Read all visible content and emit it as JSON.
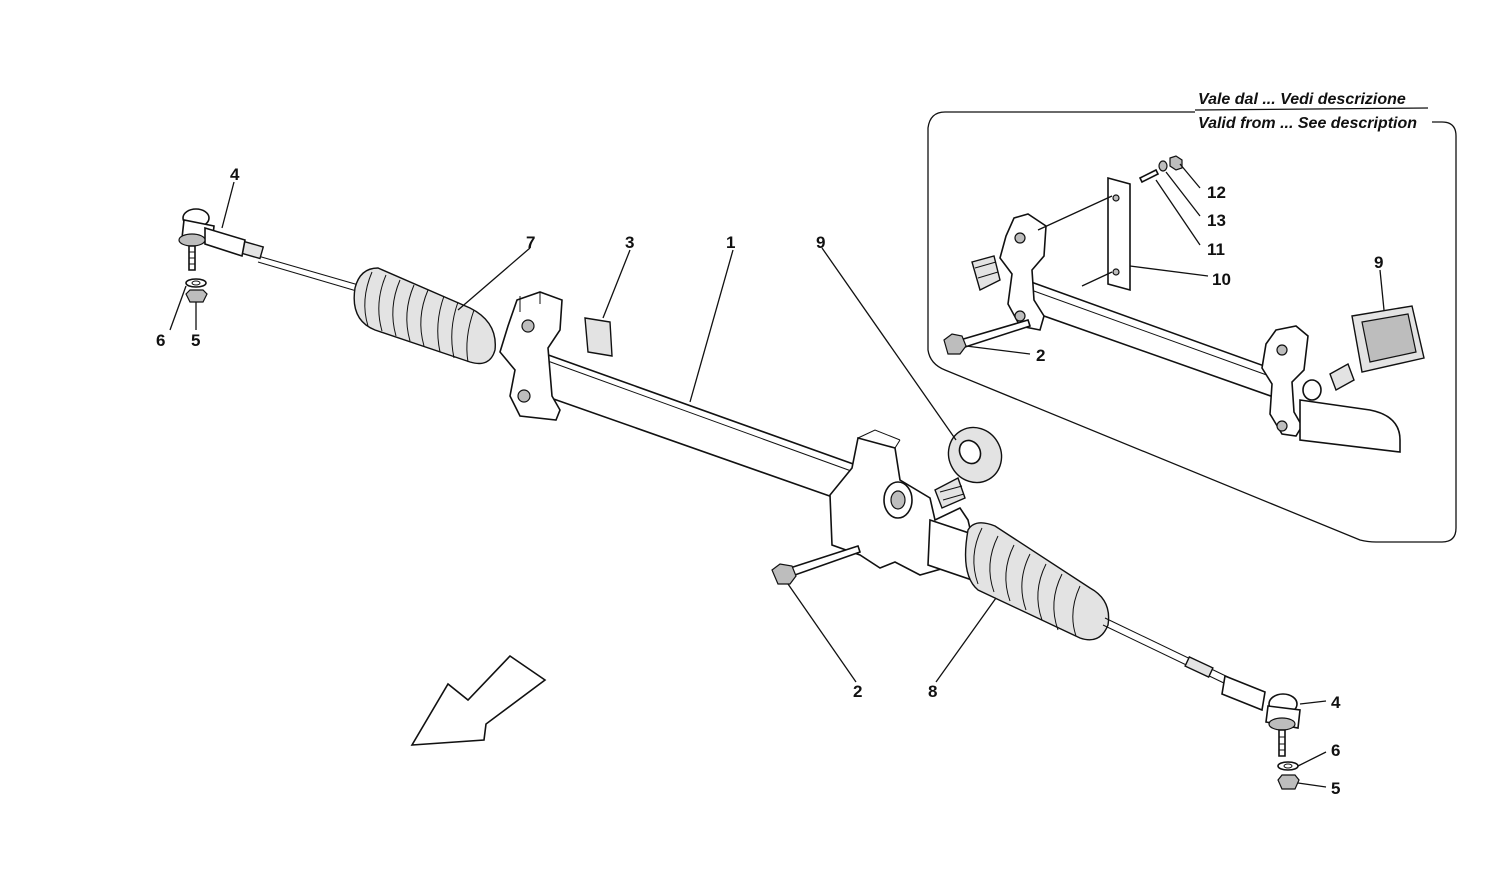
{
  "inset": {
    "note_line1": "Vale dal ... Vedi descrizione",
    "note_line2": "Valid from ... See description"
  },
  "callouts": {
    "c1": "1",
    "c2_main": "2",
    "c2_inset": "2",
    "c3": "3",
    "c4_left": "4",
    "c4_right": "4",
    "c5_left": "5",
    "c5_right": "5",
    "c6_left": "6",
    "c6_right": "6",
    "c7": "7",
    "c8": "8",
    "c9_main": "9",
    "c9_inset": "9",
    "c10": "10",
    "c11": "11",
    "c12": "12",
    "c13": "13"
  }
}
